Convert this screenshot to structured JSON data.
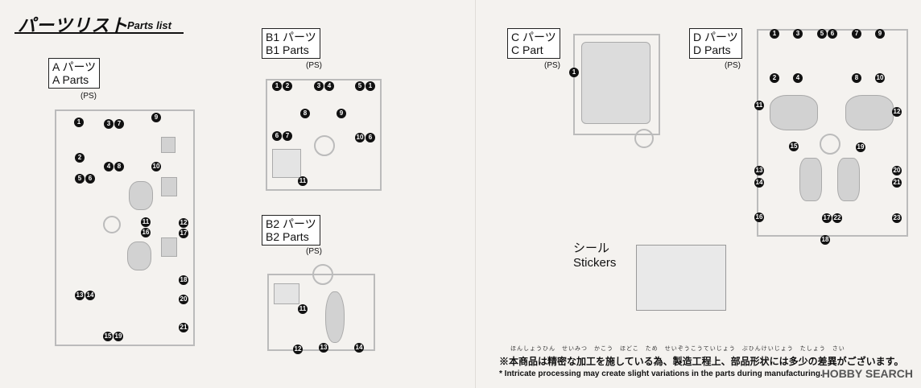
{
  "header": {
    "title_jp": "パーツリスト",
    "title_en": "Parts list"
  },
  "runners": {
    "A": {
      "label_jp": "A パーツ",
      "label_en": "A Parts",
      "material": "(PS)",
      "numbers": [
        "1",
        "3",
        "7",
        "9",
        "2",
        "4",
        "8",
        "10",
        "5",
        "6",
        "11",
        "12",
        "16",
        "17",
        "18",
        "20",
        "21",
        "13",
        "14",
        "15",
        "19"
      ]
    },
    "B1": {
      "label_jp": "B1 パーツ",
      "label_en": "B1 Parts",
      "material": "(PS)",
      "numbers": [
        "1",
        "2",
        "3",
        "4",
        "5",
        "1",
        "8",
        "9",
        "6",
        "7",
        "10",
        "6",
        "11"
      ]
    },
    "B2": {
      "label_jp": "B2 パーツ",
      "label_en": "B2 Parts",
      "material": "(PS)",
      "numbers": [
        "11",
        "12",
        "13",
        "14"
      ]
    },
    "C": {
      "label_jp": "C パーツ",
      "label_en": "C Part",
      "material": "(PS)",
      "numbers": [
        "1"
      ]
    },
    "D": {
      "label_jp": "D パーツ",
      "label_en": "D Parts",
      "material": "(PS)",
      "numbers": [
        "1",
        "3",
        "5",
        "6",
        "7",
        "9",
        "2",
        "4",
        "8",
        "10",
        "11",
        "12",
        "15",
        "19",
        "13",
        "20",
        "14",
        "21",
        "16",
        "17",
        "22",
        "23",
        "18"
      ]
    }
  },
  "stickers": {
    "label_jp": "シール",
    "label_en": "Stickers"
  },
  "notes": {
    "ruby": "ほんしょうひん　せいみつ　かこう　ほどこ　ため　せいぞうこうていじょう　ぶひんけいじょう　たしょう　さい",
    "jp": "※本商品は精密な加工を施している為、製造工程上、部品形状には多少の差異がございます。",
    "en": "* Intricate processing may create slight variations in the parts during manufacturing."
  },
  "watermark": "HOBBY SEARCH"
}
